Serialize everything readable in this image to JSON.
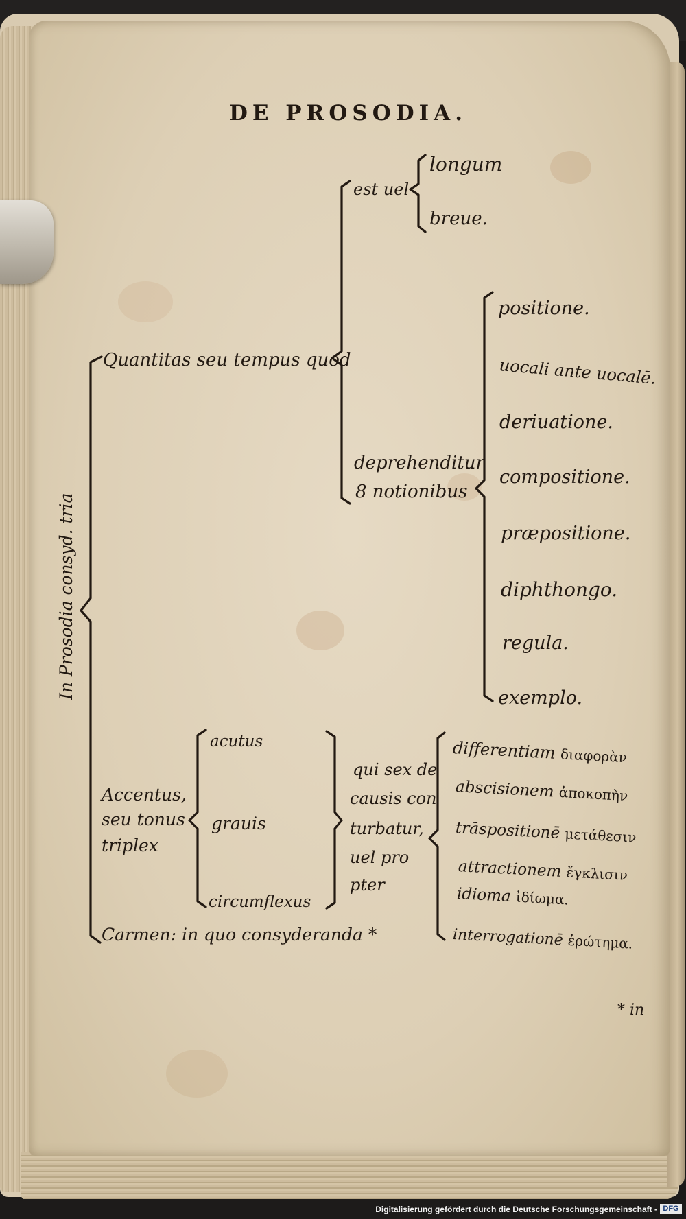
{
  "page": {
    "running_head": "DE PROSODIA.",
    "catchword": "* in"
  },
  "tree": {
    "root": "In Prosodia consyd. tria",
    "quantitas": {
      "label": "Quantitas seu tempus quod",
      "est_uel": "est uel",
      "longum": "longum",
      "breue": "breue.",
      "deprehenditur_1": "deprehenditur",
      "deprehenditur_2": "8 notionibus",
      "notiones": [
        "positione.",
        "uocali ante uocalē.",
        "deriuatione.",
        "compositione.",
        "præpositione.",
        "diphthongo.",
        "regula.",
        "exemplo."
      ]
    },
    "accentus": {
      "label_1": "Accentus,",
      "label_2": "seu tonus",
      "label_3": "triplex",
      "types": [
        "acutus",
        "grauis",
        "circumflexus"
      ],
      "causes_intro": [
        "qui sex de",
        "causis con",
        "turbatur,",
        "uel pro",
        "pter"
      ],
      "causes": [
        {
          "latin": "differentiam",
          "greek": "διαφορὰν"
        },
        {
          "latin": "abscisionem",
          "greek": "ἀποκοπὴν"
        },
        {
          "latin": "trāspositionē",
          "greek": "μετάθεσιν"
        },
        {
          "latin": "attractionem",
          "greek": "ἔγκλισιν"
        },
        {
          "latin": "idioma",
          "greek": "ἰδίωμα."
        },
        {
          "latin": "interrogationē",
          "greek": "ἐρώτημα."
        }
      ]
    },
    "carmen": "Carmen: in quo consyderanda *"
  },
  "footer": {
    "text": "Digitalisierung gefördert durch die Deutsche Forschungsgemeinschaft -",
    "logo": "DFG"
  }
}
